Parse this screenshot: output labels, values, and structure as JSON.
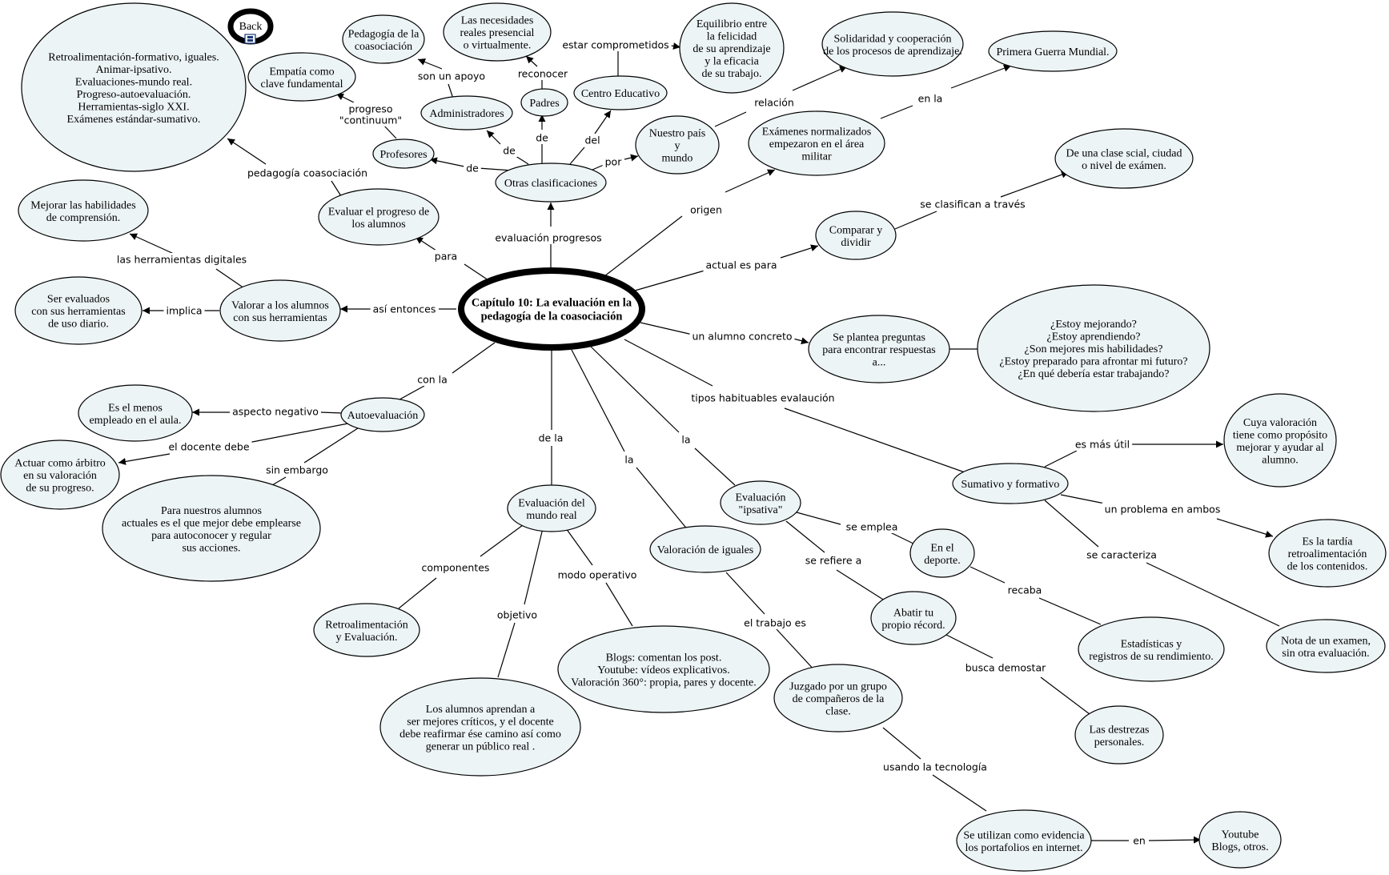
{
  "diagram": {
    "type": "concept-map",
    "back_button": {
      "label": "Back"
    },
    "nodes": [
      {
        "id": "main",
        "lines": [
          "Capítulo 10: La evaluación en la",
          "pedagogía de la coasociación"
        ],
        "style": "main"
      },
      {
        "id": "otras",
        "lines": [
          "Otras clasificaciones"
        ]
      },
      {
        "id": "administradores",
        "lines": [
          "Administradores"
        ]
      },
      {
        "id": "padres",
        "lines": [
          "Padres"
        ]
      },
      {
        "id": "centro",
        "lines": [
          "Centro Educativo"
        ]
      },
      {
        "id": "profesores",
        "lines": [
          "Profesores"
        ]
      },
      {
        "id": "pedagogia",
        "lines": [
          "Pedagogía de la",
          "coasociación"
        ]
      },
      {
        "id": "necesidades",
        "lines": [
          "Las necesidades",
          "reales presencial",
          "o virtualmente."
        ]
      },
      {
        "id": "equilibrio",
        "lines": [
          "Equilibrio entre",
          "la felicidad",
          "de su aprendizaje",
          "y la eficacia",
          "de su trabajo."
        ]
      },
      {
        "id": "empatia",
        "lines": [
          "Empatía como",
          "clave fundamental"
        ]
      },
      {
        "id": "nuestro",
        "lines": [
          "Nuestro país",
          "y",
          "mundo"
        ]
      },
      {
        "id": "solidaridad",
        "lines": [
          "Solidaridad y cooperación",
          "de los procesos de aprendizaje."
        ]
      },
      {
        "id": "examenes",
        "lines": [
          "Exámenes normalizados",
          "empezaron en el área",
          "militar"
        ]
      },
      {
        "id": "guerra",
        "lines": [
          "Primera Guerra Mundial."
        ]
      },
      {
        "id": "clase",
        "lines": [
          "De una clase scial, ciudad",
          "o nivel de exámen."
        ]
      },
      {
        "id": "comparar",
        "lines": [
          "Comparar y",
          "dividir"
        ]
      },
      {
        "id": "retro_list",
        "lines": [
          "Retroalimentación-formativo, iguales.",
          "Animar-ipsativo.",
          "Evaluaciones-mundo real.",
          "Progreso-autoevaluación.",
          "Herramientas-siglo XXI.",
          "Exámenes estándar-sumativo."
        ]
      },
      {
        "id": "evaluar",
        "lines": [
          "Evaluar el progreso de",
          "los alumnos"
        ]
      },
      {
        "id": "mejorar",
        "lines": [
          "Mejorar las habilidades",
          "de comprensión."
        ]
      },
      {
        "id": "valorar",
        "lines": [
          "Valorar a los alumnos",
          "con sus herramientas"
        ]
      },
      {
        "id": "evaluados",
        "lines": [
          "Ser evaluados",
          "con sus herramientas",
          "de uso diario."
        ]
      },
      {
        "id": "plantea",
        "lines": [
          "Se plantea preguntas",
          "para encontrar respuestas",
          "a..."
        ]
      },
      {
        "id": "preguntas",
        "lines": [
          "¿Estoy mejorando?",
          "¿Estoy aprendiendo?",
          "¿Son mejores mis habilidades?",
          "¿Estoy preparado para afrontar mi futuro?",
          "¿En qué debería estar trabajando?"
        ]
      },
      {
        "id": "autoeval",
        "lines": [
          "Autoevaluación"
        ]
      },
      {
        "id": "menos",
        "lines": [
          "Es el menos",
          "empleado en el aula."
        ]
      },
      {
        "id": "arbitro",
        "lines": [
          "Actuar como árbitro",
          "en su valoración",
          "de su progreso."
        ]
      },
      {
        "id": "nuestros",
        "lines": [
          "Para nuestros alumnos",
          "actuales es el que mejor debe emplearse",
          "para autoconocer y regular",
          "sus acciones."
        ]
      },
      {
        "id": "cuya",
        "lines": [
          "Cuya valoración",
          "tiene como propósito",
          "mejorar  y ayudar al",
          "alumno."
        ]
      },
      {
        "id": "sumativo",
        "lines": [
          "Sumativo y formativo"
        ]
      },
      {
        "id": "tardia",
        "lines": [
          "Es la tardía",
          "retroalimentación",
          "de los contenidos."
        ]
      },
      {
        "id": "nota",
        "lines": [
          "Nota de un examen,",
          "sin otra evaluación."
        ]
      },
      {
        "id": "mundo_real",
        "lines": [
          "Evaluación del",
          "mundo real"
        ]
      },
      {
        "id": "ipsativa",
        "lines": [
          "Evaluación",
          "\"ipsativa\""
        ]
      },
      {
        "id": "iguales",
        "lines": [
          "Valoración de iguales"
        ]
      },
      {
        "id": "deporte",
        "lines": [
          "En el",
          "deporte."
        ]
      },
      {
        "id": "abatir",
        "lines": [
          "Abatir tu",
          "propio récord."
        ]
      },
      {
        "id": "estadisticas",
        "lines": [
          "Estadísticas y",
          "registros de su rendimiento."
        ]
      },
      {
        "id": "destrezas",
        "lines": [
          "Las destrezas",
          "personales."
        ]
      },
      {
        "id": "retro_eval",
        "lines": [
          "Retroalimentación",
          "y Evaluación."
        ]
      },
      {
        "id": "blogs",
        "lines": [
          "Blogs: comentan los post.",
          "Youtube: vídeos explicativos.",
          "Valoración 360°: propia, pares y docente."
        ]
      },
      {
        "id": "criticos",
        "lines": [
          "Los alumnos aprendan a",
          "ser mejores críticos, y el docente",
          "debe reafirmar ése camino así como",
          "generar un público real ."
        ]
      },
      {
        "id": "juzgado",
        "lines": [
          "Juzgado por un grupo",
          "de compañeros de la",
          "clase."
        ]
      },
      {
        "id": "portafolios",
        "lines": [
          "Se utilizan como evidencia",
          "los portafolios en internet."
        ]
      },
      {
        "id": "youtube",
        "lines": [
          "Youtube",
          "Blogs, otros."
        ]
      }
    ],
    "link_labels": {
      "evaluacion_progresos": "evaluación progresos",
      "de_profesores": "de",
      "de_administradores": "de",
      "de_padres": "de",
      "del_centro": "del",
      "por": "por",
      "son_un_apoyo": "son un apoyo",
      "reconocer": "reconocer",
      "estar_comprometidos": "estar comprometidos",
      "progreso_continuum": [
        "progreso",
        "\"continuum\""
      ],
      "relacion": "relación",
      "origen": "origen",
      "en_la": "en la",
      "actual_es_para": "actual es para",
      "se_clasifican": "se clasifican a través",
      "para": "para",
      "pedagogia_coasociacion": "pedagogía coasociación",
      "asi_entonces": "así entonces",
      "implica": "implica",
      "herramientas_digitales": "las herramientas digitales",
      "un_alumno_concreto": "un alumno concreto",
      "tipos_habituables": "tipos habituables evalaución",
      "con_la": "con la",
      "aspecto_negativo": "aspecto negativo",
      "el_docente_debe": "el docente debe",
      "sin_embargo": "sin embargo",
      "de_la": "de la",
      "la_iguales": "la",
      "la_ipsativa": "la",
      "es_mas_util": "es más útil",
      "un_problema": "un problema en ambos",
      "se_caracteriza": "se caracteriza",
      "se_emplea": "se emplea",
      "se_refiere": "se refiere a",
      "recaba": "recaba",
      "busca_demostar": "busca demostar",
      "componentes": "componentes",
      "objetivo": "objetivo",
      "modo_operativo": "modo operativo",
      "el_trabajo_es": "el trabajo es",
      "usando_tecnologia": "usando la tecnología",
      "en": "en"
    }
  }
}
